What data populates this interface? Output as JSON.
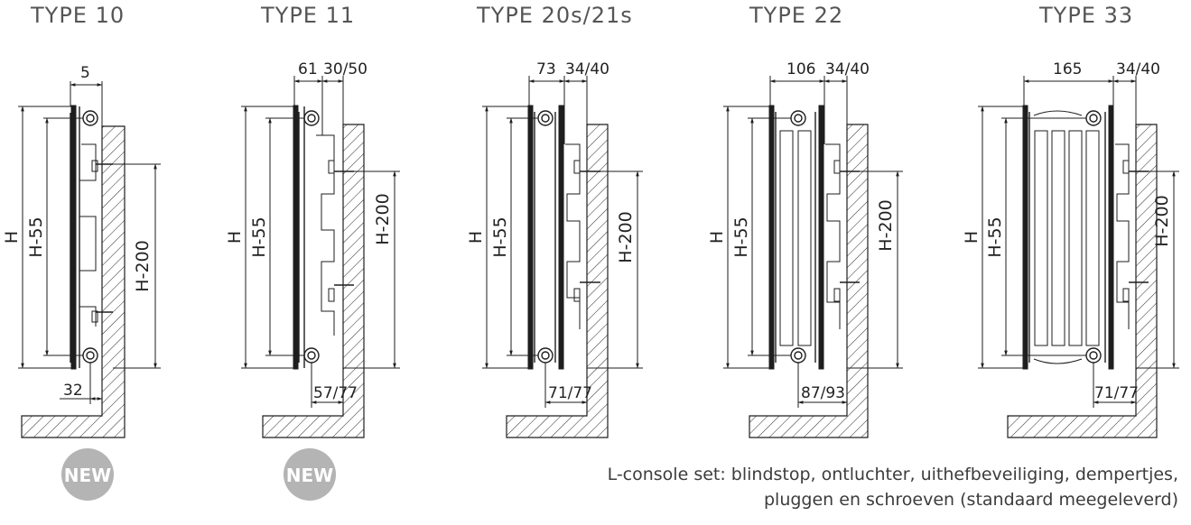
{
  "types": [
    {
      "title": "TYPE 10",
      "h": "H",
      "h55": "H-55",
      "h200": "H-200",
      "top_dims": [
        "5"
      ],
      "bottom_dim": "32",
      "badge": "NEW"
    },
    {
      "title": "TYPE 11",
      "h": "H",
      "h55": "H-55",
      "h200": "H-200",
      "top_dims": [
        "61",
        "30/50"
      ],
      "bottom_dim": "57/77",
      "badge": "NEW"
    },
    {
      "title": "TYPE 20s/21s",
      "h": "H",
      "h55": "H-55",
      "h200": "H-200",
      "top_dims": [
        "73",
        "34/40"
      ],
      "bottom_dim": "71/77"
    },
    {
      "title": "TYPE 22",
      "h": "H",
      "h55": "H-55",
      "h200": "H-200",
      "top_dims": [
        "106",
        "34/40"
      ],
      "bottom_dim": "87/93"
    },
    {
      "title": "TYPE 33",
      "h": "H",
      "h55": "H-55",
      "h200": "H-200",
      "top_dims": [
        "165",
        "34/40"
      ],
      "bottom_dim": "71/77"
    }
  ],
  "caption": {
    "line1": "L-console set: blindstop, ontluchter, uithefbeveiliging, dempertjes,",
    "line2": "pluggen en schroeven (standaard meegeleverd)"
  }
}
